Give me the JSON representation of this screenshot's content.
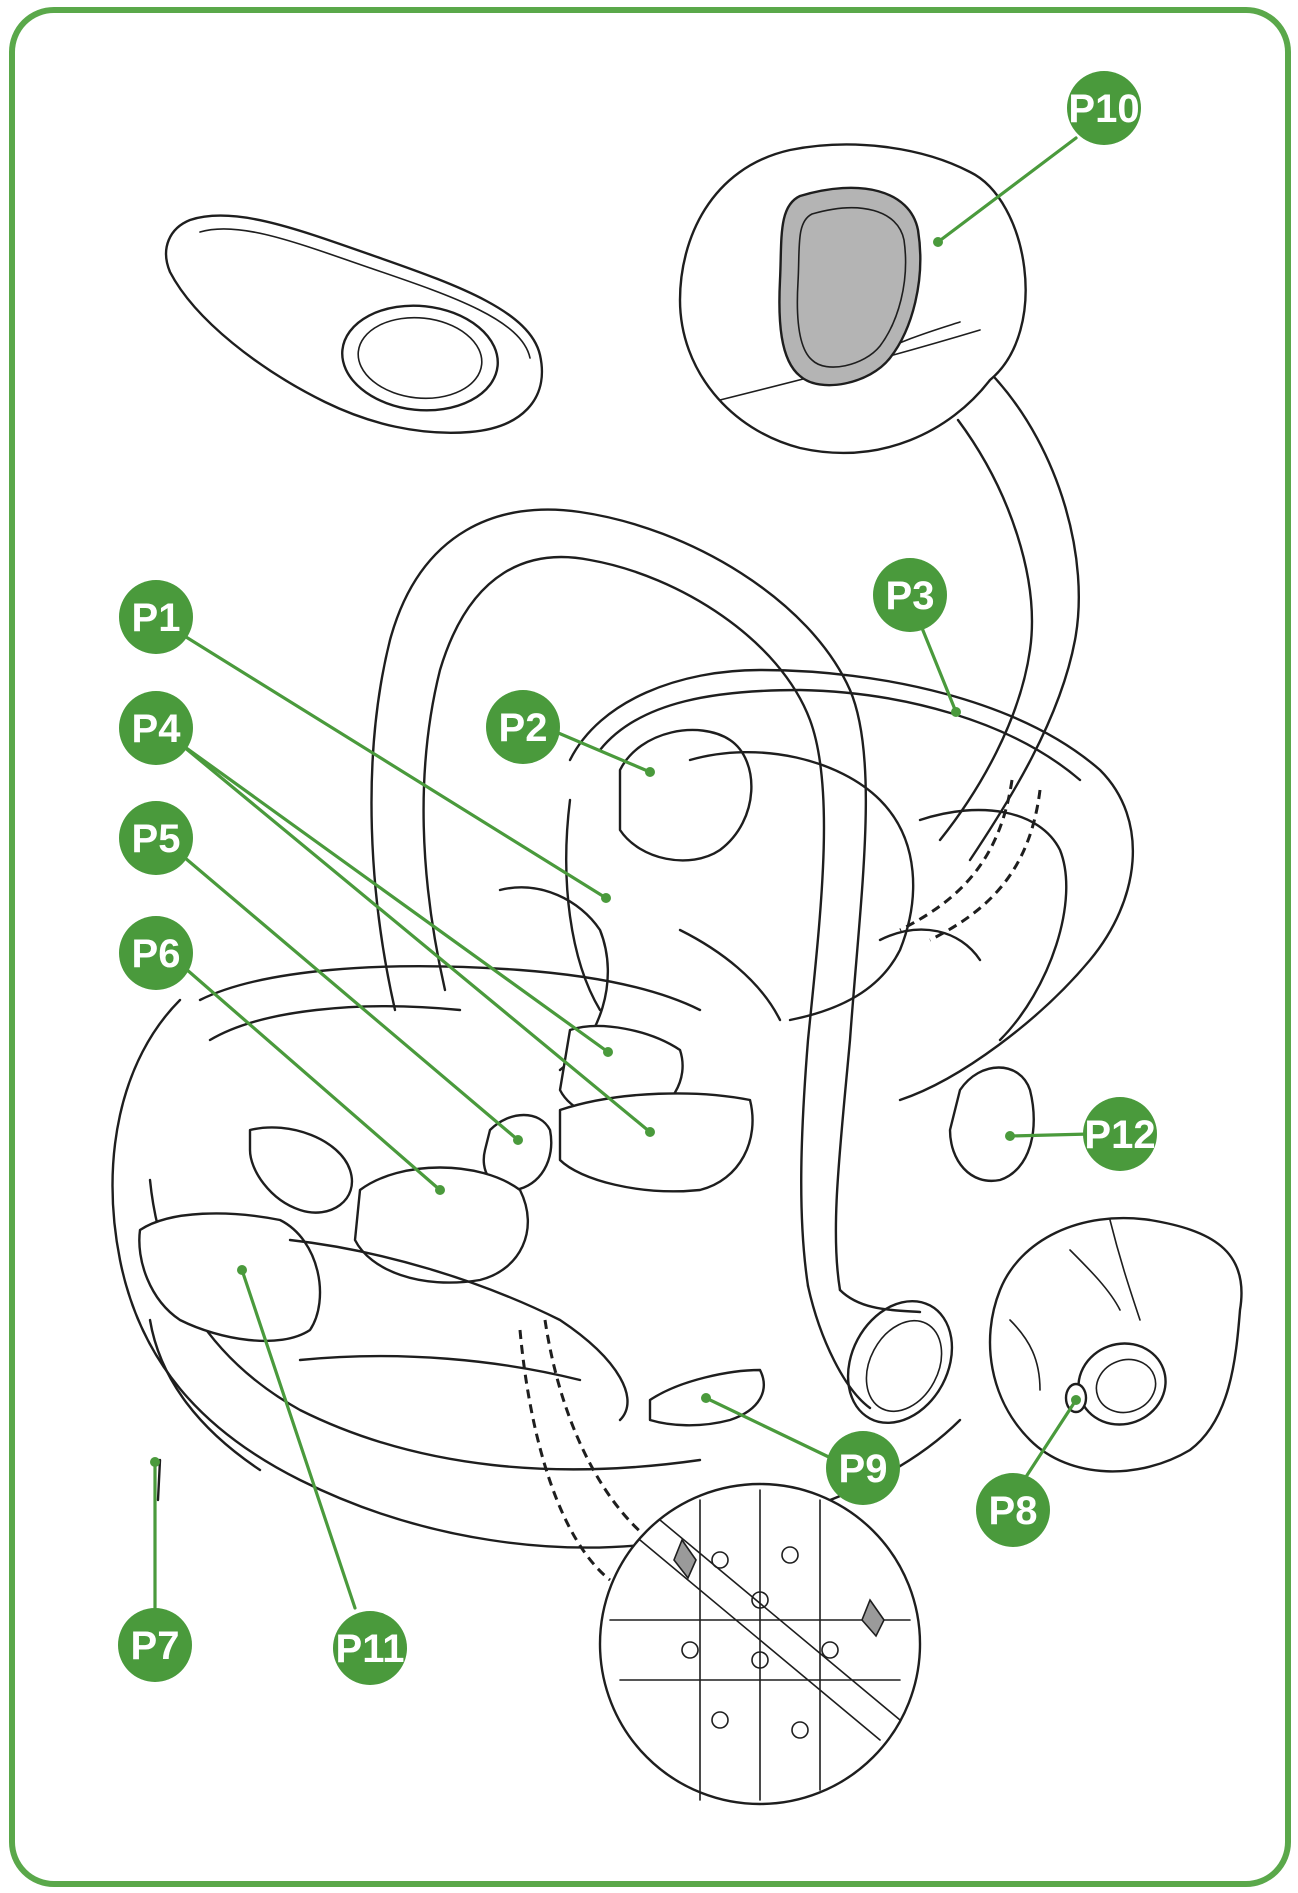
{
  "colors": {
    "accent": "#4a9a3c",
    "frame": "#5aa84a",
    "ink": "#1e1e1e",
    "gray_pad": "#b4b4b4"
  },
  "labels": [
    {
      "id": "p1",
      "text": "P1"
    },
    {
      "id": "p2",
      "text": "P2"
    },
    {
      "id": "p3",
      "text": "P3"
    },
    {
      "id": "p4",
      "text": "P4"
    },
    {
      "id": "p5",
      "text": "P5"
    },
    {
      "id": "p6",
      "text": "P6"
    },
    {
      "id": "p7",
      "text": "P7"
    },
    {
      "id": "p8",
      "text": "P8"
    },
    {
      "id": "p9",
      "text": "P9"
    },
    {
      "id": "p10",
      "text": "P10"
    },
    {
      "id": "p11",
      "text": "P11"
    },
    {
      "id": "p12",
      "text": "P12"
    }
  ]
}
